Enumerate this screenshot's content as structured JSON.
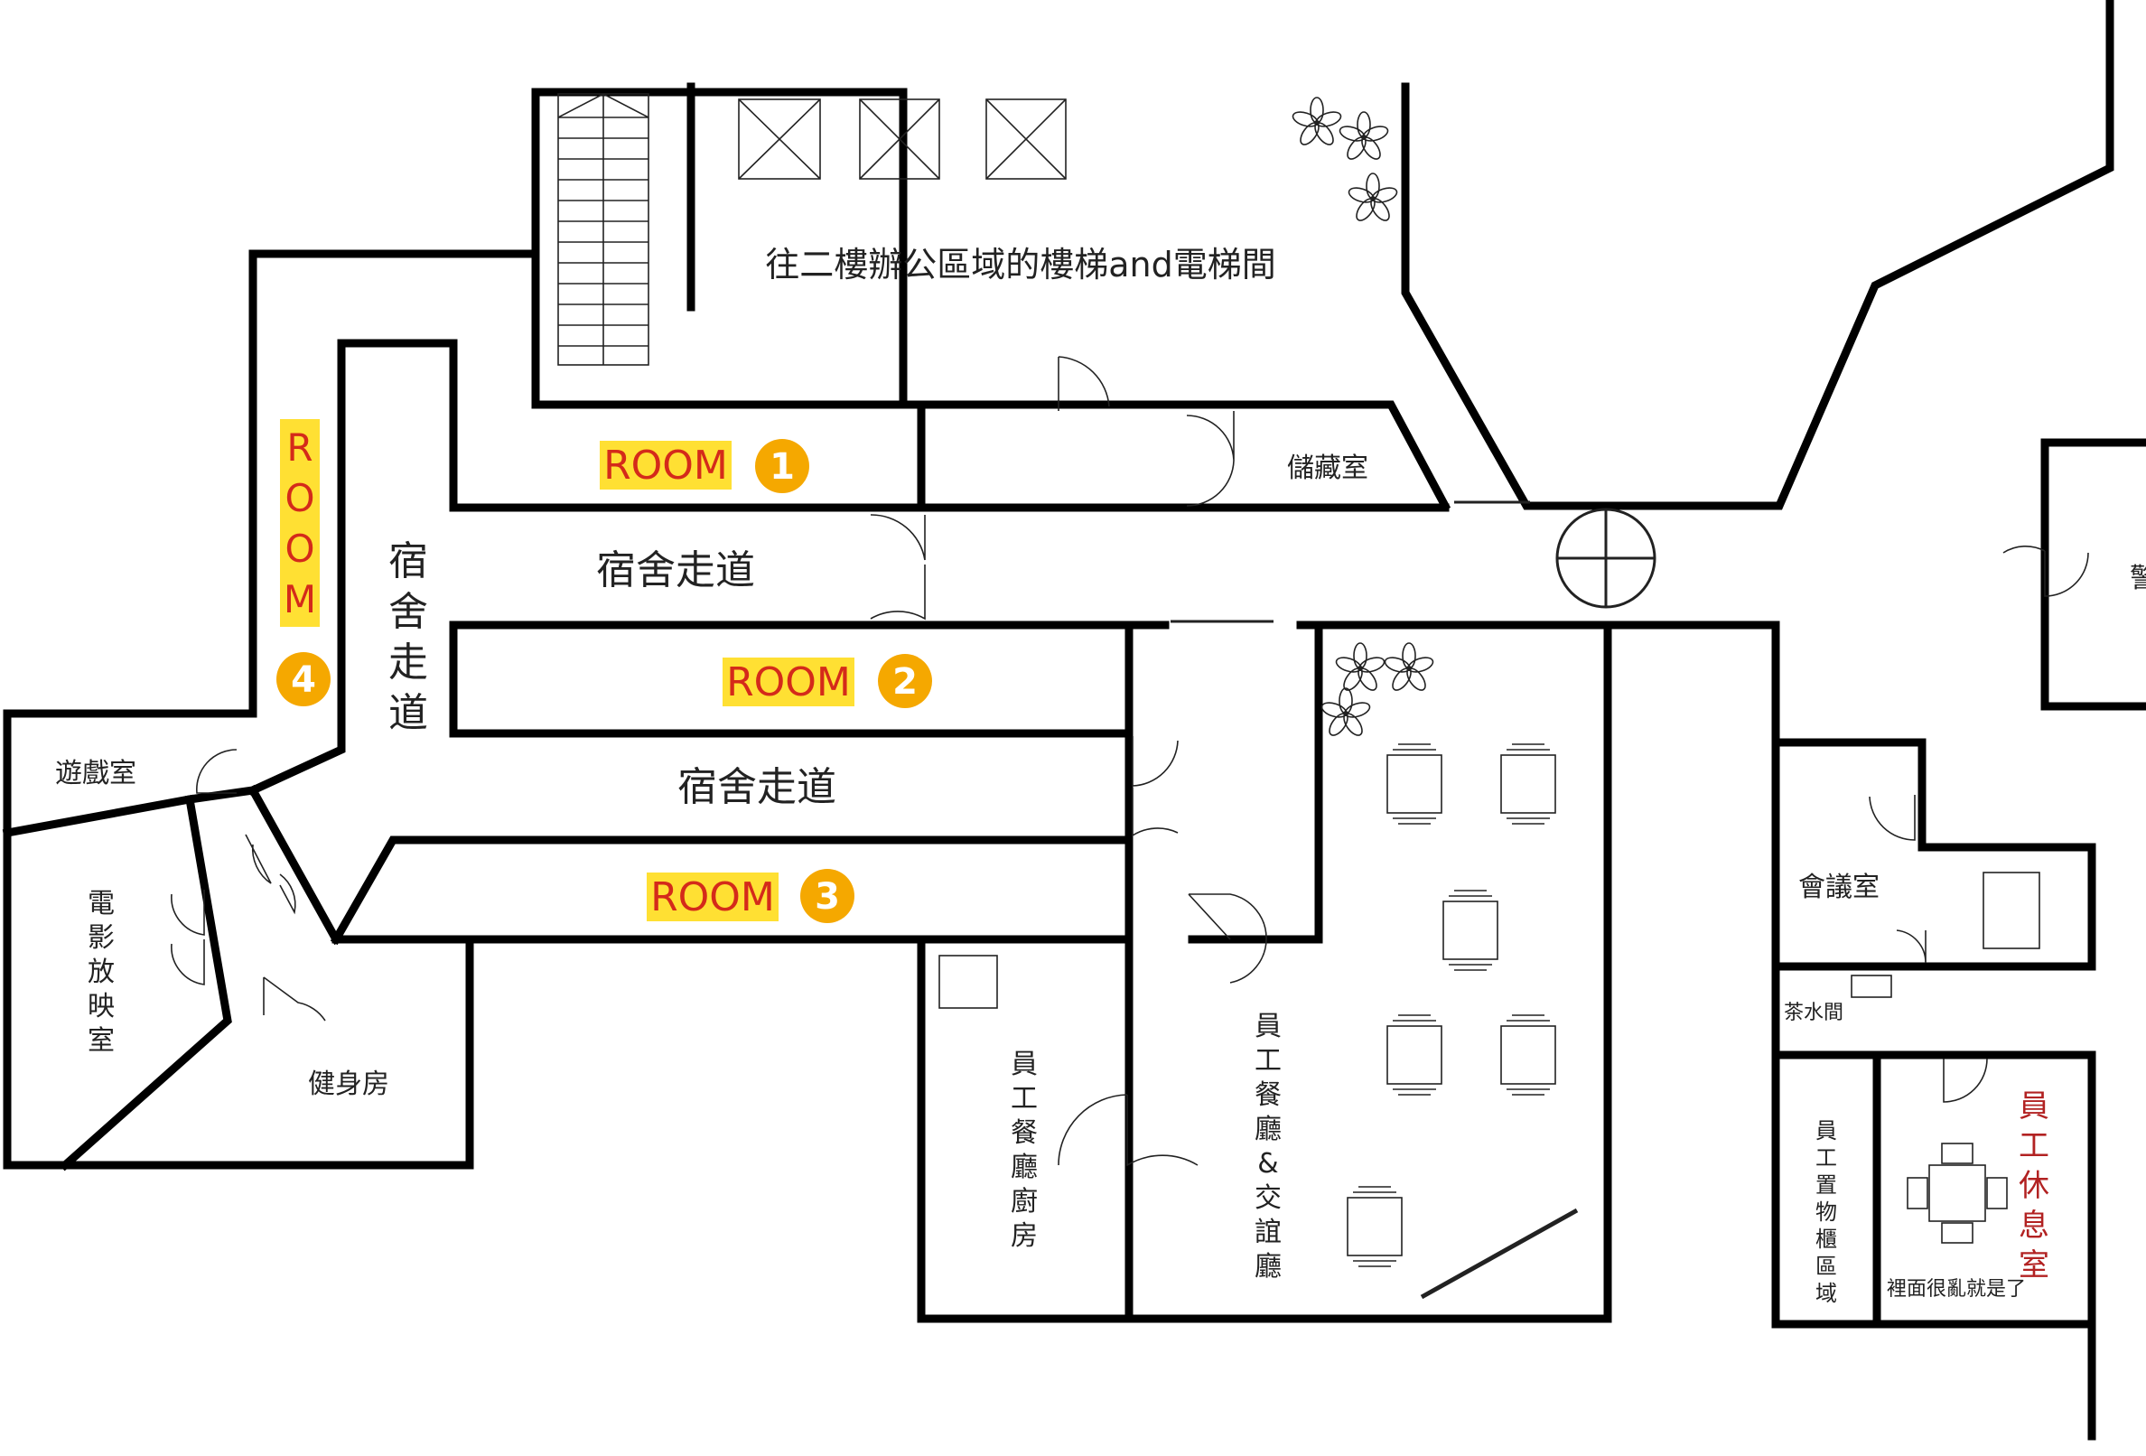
{
  "labels": {
    "stairs_elevator": "往二樓辦公區域的樓梯and電梯間",
    "storage": "儲藏室",
    "corridor_v": "宿舍走道",
    "corridor_1": "宿舍走道",
    "corridor_2": "宿舍走道",
    "game_room": "遊戲室",
    "cinema": "電影放映室",
    "gym": "健身房",
    "kitchen": "員工餐廳廚房",
    "dining": "員工餐廳&交誼廳",
    "meeting": "會議室",
    "pantry": "茶水間",
    "locker": "員工置物櫃區域",
    "lounge": "員工休息室",
    "lounge_note": "裡面很亂就是了",
    "police_partial": "警"
  },
  "rooms": [
    {
      "label": "ROOM",
      "num": "1"
    },
    {
      "label": "ROOM",
      "num": "2"
    },
    {
      "label": "ROOM",
      "num": "3"
    },
    {
      "label": "ROOM",
      "num": "4"
    }
  ],
  "colors": {
    "wall": "#000000",
    "room_highlight": "#ffe033",
    "room_text": "#d42a1a",
    "badge": "#f5a800",
    "lounge_text": "#b22222"
  }
}
